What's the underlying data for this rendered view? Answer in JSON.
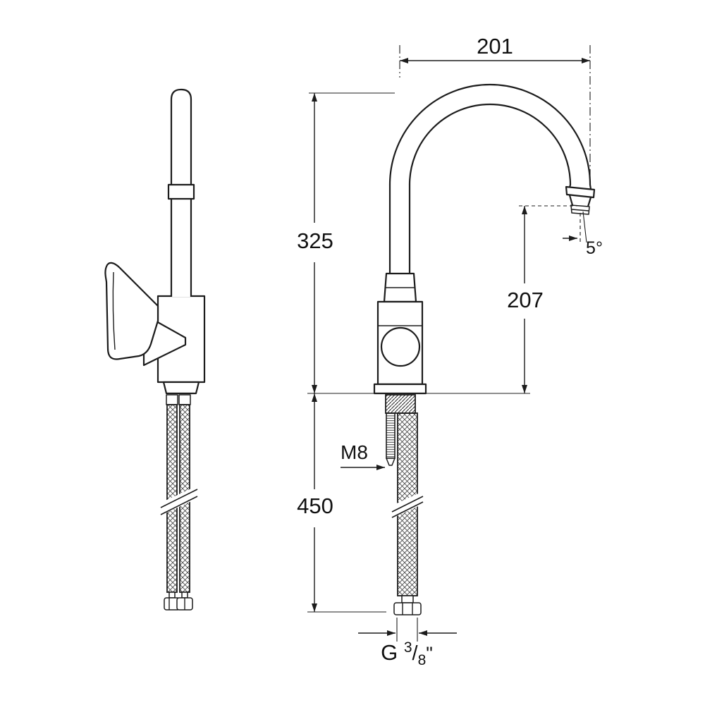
{
  "diagram": {
    "title": "faucet-technical-drawing",
    "background_color": "#ffffff",
    "line_color": "#1c1c1c",
    "labels": {
      "dim_spout_reach": "201",
      "dim_total_height": "325",
      "dim_spout_height": "207",
      "dim_spout_angle": "5°",
      "dim_fixing_thread": "M8",
      "dim_hose_length": "450",
      "conn_prefix": "G",
      "conn_numerator": "3",
      "conn_slash": "/",
      "conn_denominator": "8",
      "conn_suffix": "\""
    }
  }
}
